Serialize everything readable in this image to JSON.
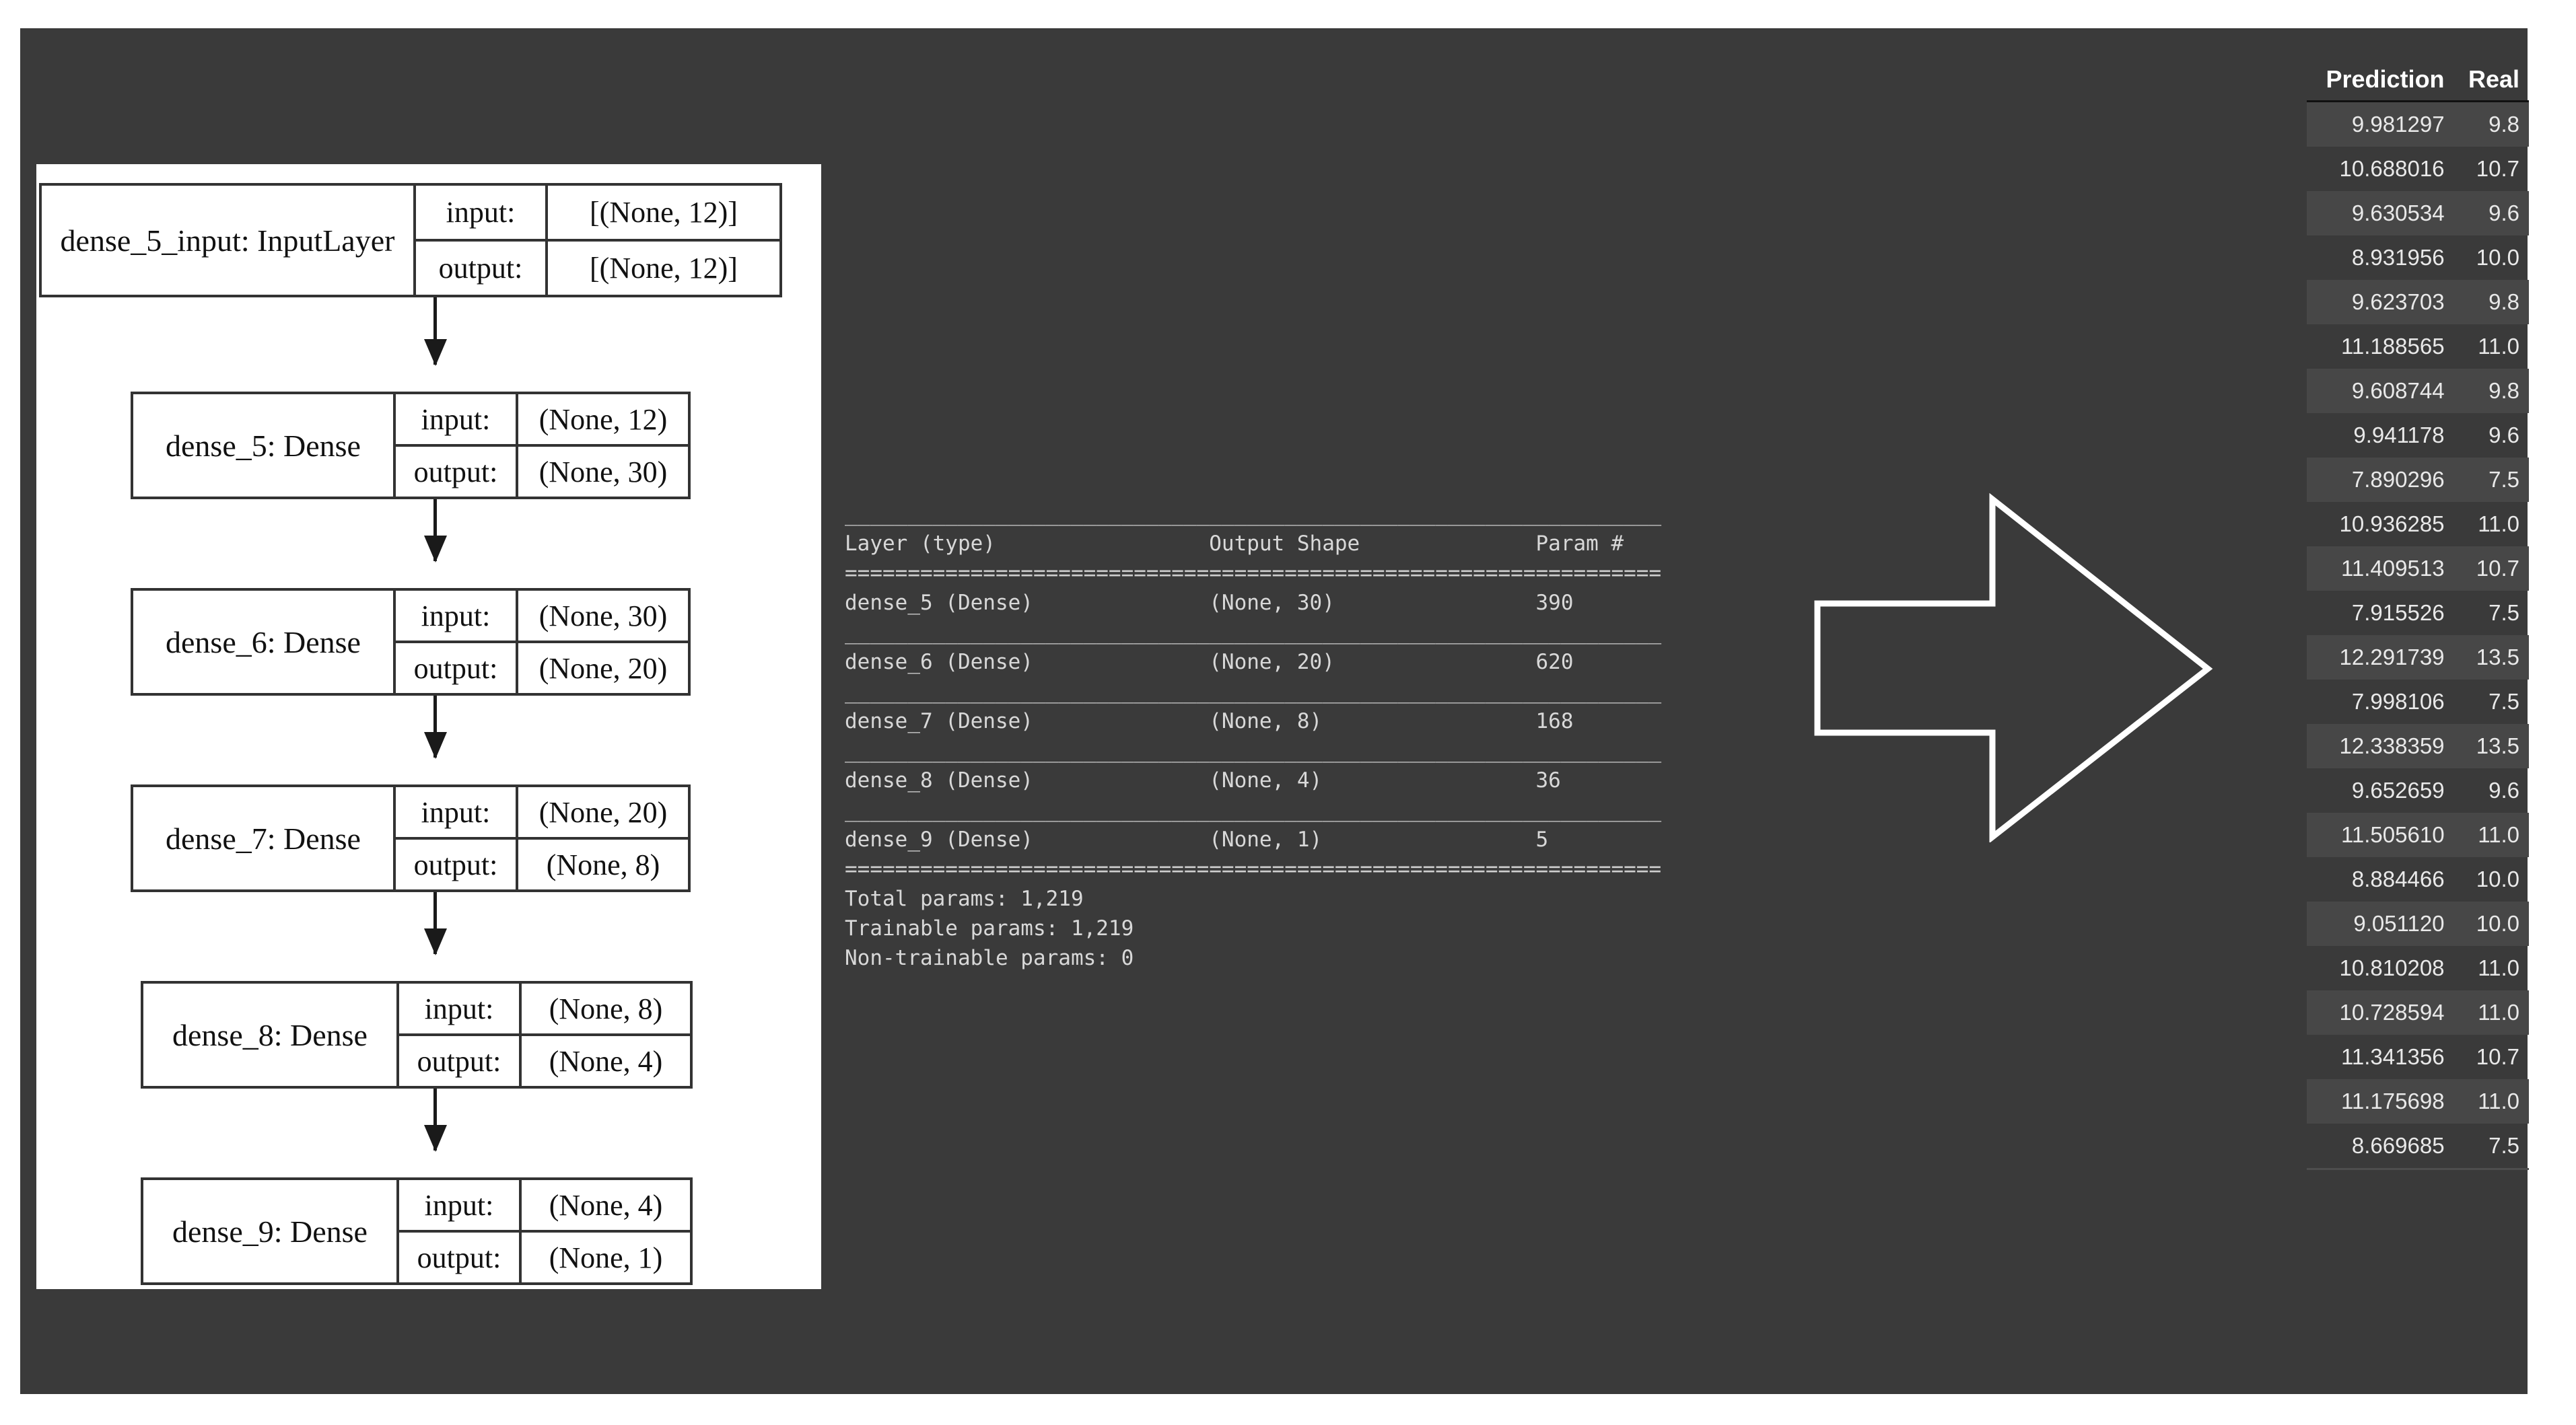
{
  "colors": {
    "canvas_bg": "#3a3a3a",
    "panel_bg": "#ffffff",
    "text": "#d8d8d8",
    "stripe": "#474747",
    "arrow_stroke": "#ffffff"
  },
  "model_plot": {
    "layers": [
      {
        "name": "dense_5_input: InputLayer",
        "input_label": "input:",
        "output_label": "output:",
        "input_shape": "[(None, 12)]",
        "output_shape": "[(None, 12)]"
      },
      {
        "name": "dense_5: Dense",
        "input_label": "input:",
        "output_label": "output:",
        "input_shape": "(None, 12)",
        "output_shape": "(None, 30)"
      },
      {
        "name": "dense_6: Dense",
        "input_label": "input:",
        "output_label": "output:",
        "input_shape": "(None, 30)",
        "output_shape": "(None, 20)"
      },
      {
        "name": "dense_7: Dense",
        "input_label": "input:",
        "output_label": "output:",
        "input_shape": "(None, 20)",
        "output_shape": "(None, 8)"
      },
      {
        "name": "dense_8: Dense",
        "input_label": "input:",
        "output_label": "output:",
        "input_shape": "(None, 8)",
        "output_shape": "(None, 4)"
      },
      {
        "name": "dense_9: Dense",
        "input_label": "input:",
        "output_label": "output:",
        "input_shape": "(None, 4)",
        "output_shape": "(None, 1)"
      }
    ]
  },
  "summary": {
    "header": "Layer (type)                 Output Shape              Param #",
    "top_rule": "_________________________________________________________________",
    "double_rule": "=================================================================",
    "single_rule": "_________________________________________________________________",
    "rows": [
      "dense_5 (Dense)              (None, 30)                390       ",
      "dense_6 (Dense)              (None, 20)                620       ",
      "dense_7 (Dense)              (None, 8)                 168       ",
      "dense_8 (Dense)              (None, 4)                 36        ",
      "dense_9 (Dense)              (None, 1)                 5         "
    ],
    "total_params": "Total params: 1,219",
    "trainable_params": "Trainable params: 1,219",
    "non_trainable_params": "Non-trainable params: 0"
  },
  "arrow": {
    "direction": "right"
  },
  "predictions": {
    "columns": [
      "Prediction",
      "Real"
    ],
    "rows": [
      [
        "9.981297",
        "9.8"
      ],
      [
        "10.688016",
        "10.7"
      ],
      [
        "9.630534",
        "9.6"
      ],
      [
        "8.931956",
        "10.0"
      ],
      [
        "9.623703",
        "9.8"
      ],
      [
        "11.188565",
        "11.0"
      ],
      [
        "9.608744",
        "9.8"
      ],
      [
        "9.941178",
        "9.6"
      ],
      [
        "7.890296",
        "7.5"
      ],
      [
        "10.936285",
        "11.0"
      ],
      [
        "11.409513",
        "10.7"
      ],
      [
        "7.915526",
        "7.5"
      ],
      [
        "12.291739",
        "13.5"
      ],
      [
        "7.998106",
        "7.5"
      ],
      [
        "12.338359",
        "13.5"
      ],
      [
        "9.652659",
        "9.6"
      ],
      [
        "11.505610",
        "11.0"
      ],
      [
        "8.884466",
        "10.0"
      ],
      [
        "9.051120",
        "10.0"
      ],
      [
        "10.810208",
        "11.0"
      ],
      [
        "10.728594",
        "11.0"
      ],
      [
        "11.341356",
        "10.7"
      ],
      [
        "11.175698",
        "11.0"
      ],
      [
        "8.669685",
        "7.5"
      ]
    ]
  }
}
